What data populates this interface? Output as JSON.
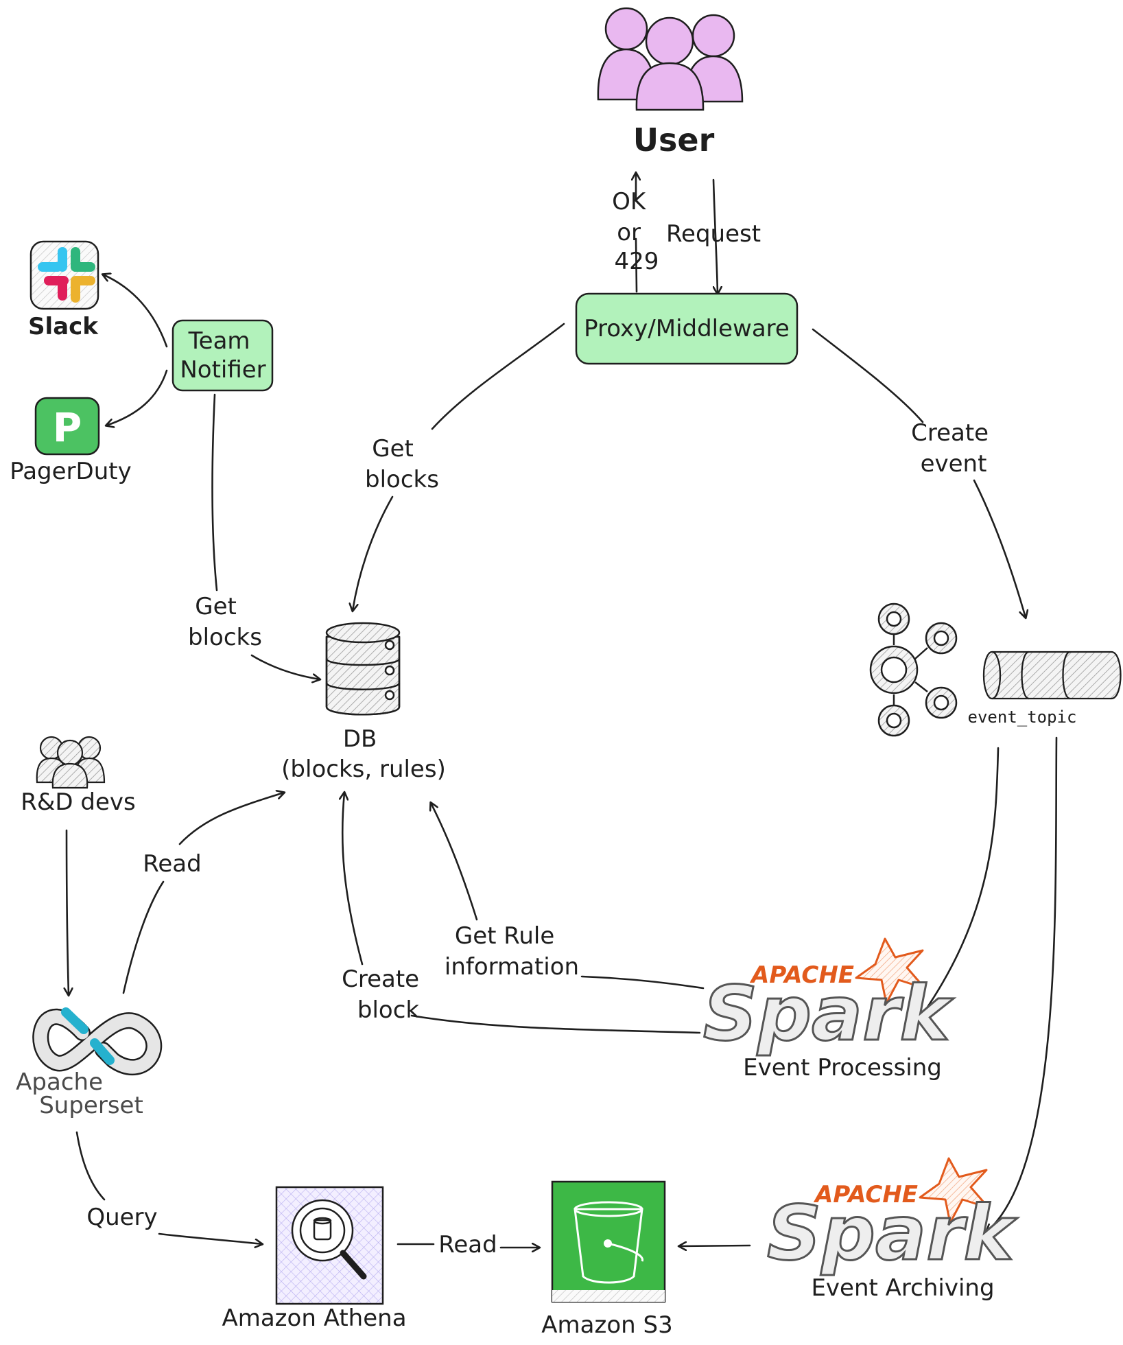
{
  "colors": {
    "green_box": "#b2f2bb",
    "user_fill": "#e9b8f0",
    "spark_orange": "#e25a1c",
    "pagerduty_green": "#4cc262",
    "s3_green": "#3db846",
    "athena_fill": "#efeafc",
    "superset_teal": "#25b1ce"
  },
  "icons": {
    "user": "users-group-icon",
    "slack": "slack-logo-icon",
    "pagerduty": "pagerduty-logo-icon",
    "db": "database-icon",
    "kafka": "kafka-logo-icon",
    "topic": "topic-cylinder-icon",
    "devs": "users-group-icon",
    "superset": "superset-logo-icon",
    "spark": "spark-logo-icon",
    "athena": "athena-icon",
    "s3": "s3-bucket-icon"
  },
  "nodes": {
    "user": "User",
    "proxy": "Proxy/Middleware",
    "team_notifier": [
      "Team",
      "Notifier"
    ],
    "slack": "Slack",
    "pagerduty": "PagerDuty",
    "pagerduty_glyph": "P",
    "db": [
      "DB",
      "(blocks, rules)"
    ],
    "event_topic": "event_topic",
    "rd_devs": "R&D devs",
    "superset": [
      "Apache",
      "Superset"
    ],
    "spark_processing": {
      "brand": "APACHE",
      "word": "Spark",
      "caption": "Event Processing"
    },
    "spark_archiving": {
      "brand": "APACHE",
      "word": "Spark",
      "caption": "Event Archiving"
    },
    "athena": "Amazon Athena",
    "s3": "Amazon S3"
  },
  "edges": {
    "ok_429": [
      "OK",
      "or",
      "429"
    ],
    "request": "Request",
    "proxy_get_blocks": [
      "Get",
      "blocks"
    ],
    "create_event": [
      "Create",
      "event"
    ],
    "notifier_get_blocks": [
      "Get",
      "blocks"
    ],
    "read_db": "Read",
    "get_rule": [
      "Get Rule",
      "information"
    ],
    "create_block": [
      "Create",
      "block"
    ],
    "query": "Query",
    "read_s3": "Read"
  }
}
